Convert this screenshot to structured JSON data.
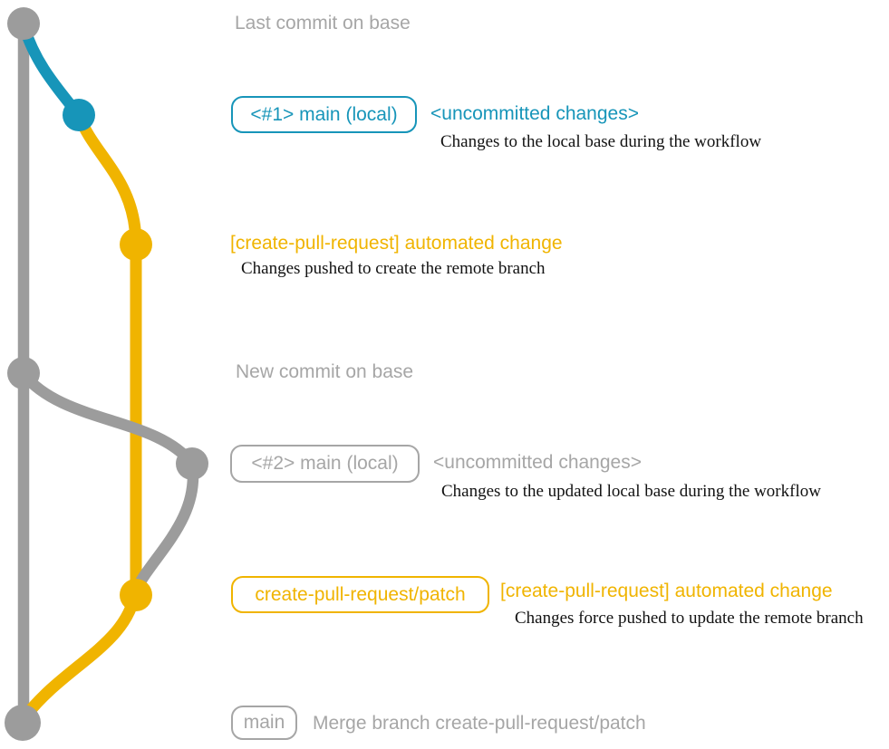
{
  "colors": {
    "blue": "#1795b9",
    "yellow": "#f0b400",
    "gray": "#9c9c9c",
    "gray_text": "#a6a6a6",
    "ink": "#121212",
    "background": "#ffffff"
  },
  "graph": {
    "commits": [
      {
        "name": "commit-last-base",
        "color": "gray"
      },
      {
        "name": "commit-local-main-1",
        "color": "blue"
      },
      {
        "name": "commit-automated-change-1",
        "color": "yellow"
      },
      {
        "name": "commit-new-base",
        "color": "gray"
      },
      {
        "name": "commit-local-main-2",
        "color": "gray"
      },
      {
        "name": "commit-automated-change-2",
        "color": "yellow"
      },
      {
        "name": "commit-merge",
        "color": "gray"
      }
    ]
  },
  "annotations": {
    "last_commit": {
      "text": "Last commit on base"
    },
    "row1": {
      "badge": "<#1> main (local)",
      "title": "<uncommitted changes>",
      "desc": "Changes to the local base during the workflow"
    },
    "row2": {
      "title": "[create-pull-request] automated change",
      "desc": "Changes pushed to create the remote branch"
    },
    "new_commit": {
      "text": "New commit on base"
    },
    "row3": {
      "badge": "<#2> main (local)",
      "title": "<uncommitted changes>",
      "desc": "Changes to the updated local base during the workflow"
    },
    "row4": {
      "badge": "create-pull-request/patch",
      "title": "[create-pull-request] automated change",
      "desc": "Changes force pushed to update the remote branch"
    },
    "row5": {
      "badge": "main",
      "text": "Merge branch create-pull-request/patch"
    }
  }
}
